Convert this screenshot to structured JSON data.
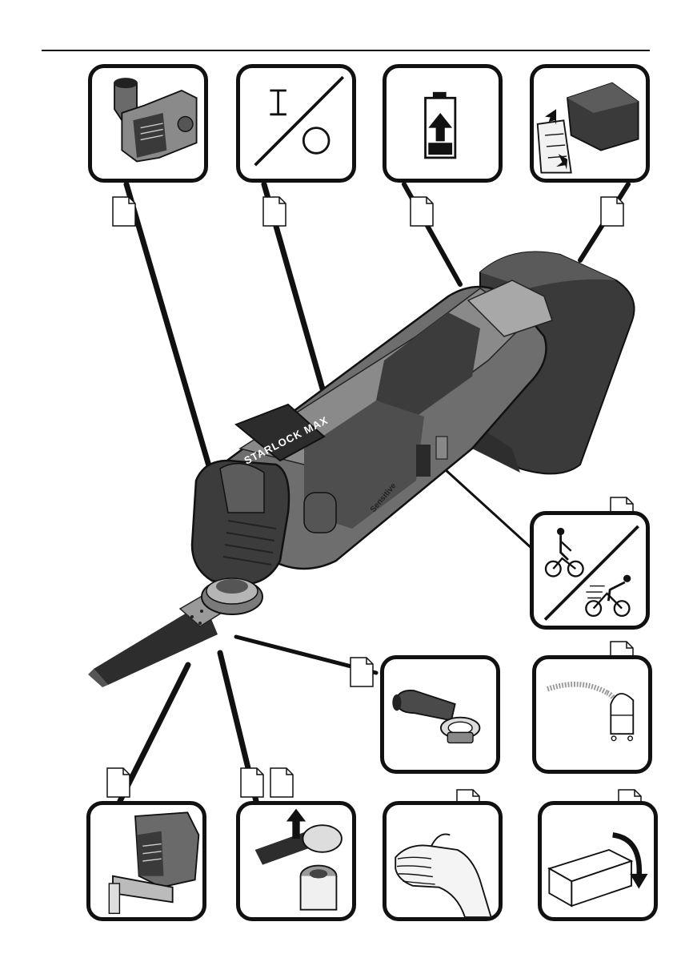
{
  "figure": {
    "tool_brand_text": "STARLOCK MAX",
    "tool_side_text": "Sensitive",
    "switch_on_symbol": "I",
    "switch_off_symbol": "O"
  },
  "icons": {
    "top_row": [
      "dust-extraction-hood-icon",
      "on-off-switch-icon",
      "battery-charge-icon",
      "battery-insert-icon"
    ],
    "right_column": [
      "speed-selection-cyclist-icon",
      "vacuum-cleaner-icon",
      "packaging-box-icon"
    ],
    "bottom_row": [
      "depth-stop-icon",
      "blade-change-icon",
      "hand-vibration-icon"
    ],
    "middle": [
      "extraction-adapter-icon"
    ]
  },
  "colors": {
    "outline": "#111111",
    "tool_dark": "#3a3a3a",
    "tool_mid": "#6e6e6e",
    "tool_light": "#a8a8a8"
  }
}
